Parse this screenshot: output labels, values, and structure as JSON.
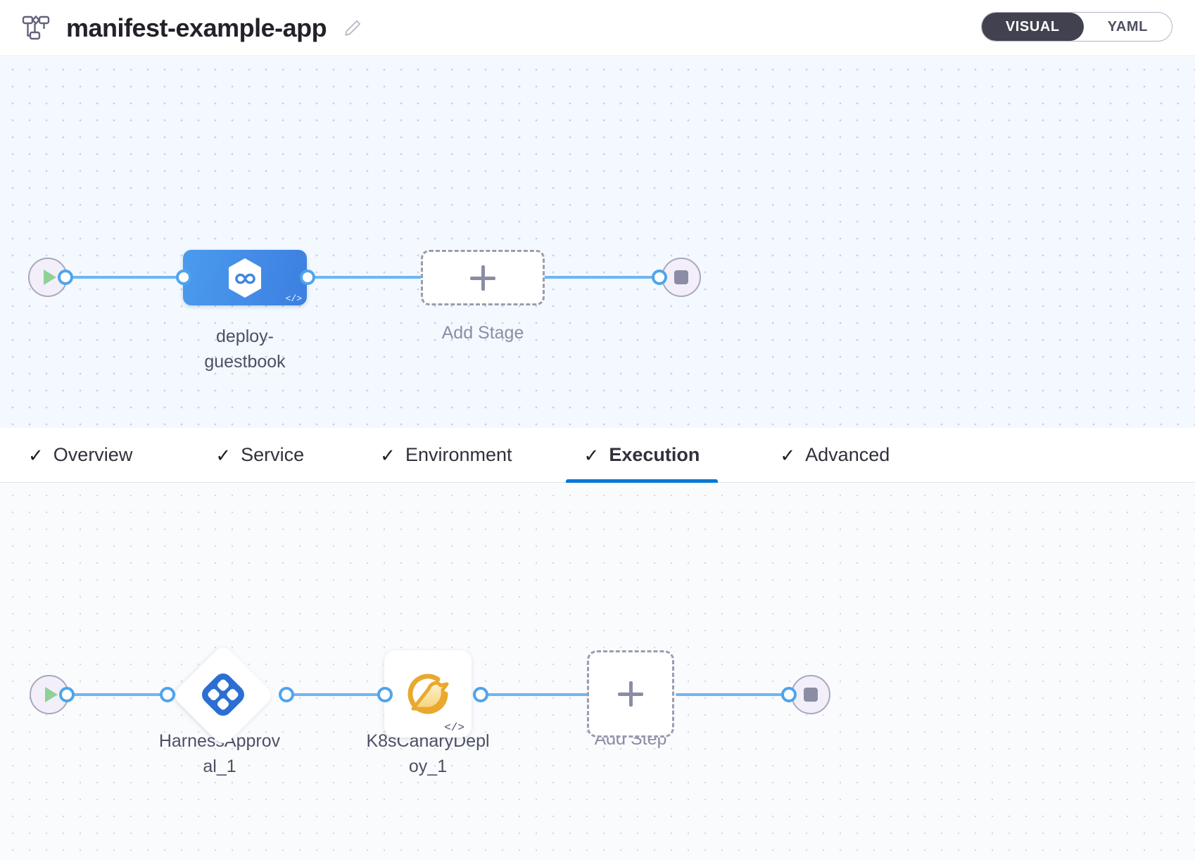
{
  "header": {
    "pipeline_icon": "pipeline-flow-icon",
    "title": "manifest-example-app",
    "edit_icon": "pencil-edit-icon",
    "mode_toggle": {
      "options": [
        "VISUAL",
        "YAML"
      ],
      "selected": "VISUAL",
      "visual_label": "VISUAL",
      "yaml_label": "YAML"
    }
  },
  "stage_canvas": {
    "start_node": {
      "icon": "play-icon"
    },
    "end_node": {
      "icon": "stop-icon"
    },
    "stage": {
      "label_line1": "deploy-",
      "label_line2": "guestbook",
      "icon": "harness-cd-hexagon-icon",
      "code_badge": "</>"
    },
    "add_stage": {
      "label": "Add Stage",
      "icon": "plus-icon"
    }
  },
  "tabs": [
    {
      "label": "Overview",
      "check": "✓",
      "active": false
    },
    {
      "label": "Service",
      "check": "✓",
      "active": false
    },
    {
      "label": "Environment",
      "check": "✓",
      "active": false
    },
    {
      "label": "Execution",
      "check": "✓",
      "active": true
    },
    {
      "label": "Advanced",
      "check": "✓",
      "active": false
    }
  ],
  "execution_canvas": {
    "start_node": {
      "icon": "play-icon"
    },
    "end_node": {
      "icon": "stop-icon"
    },
    "steps": [
      {
        "name": "HarnessApproval_1",
        "label_line1": "HarnessApprov",
        "label_line2": "al_1",
        "icon": "harness-approval-icon",
        "shape": "diamond"
      },
      {
        "name": "K8sCanaryDeploy_1",
        "label_line1": "K8sCanaryDepl",
        "label_line2": "oy_1",
        "icon": "kubernetes-canary-bird-icon",
        "shape": "square",
        "code_badge": "</>"
      }
    ],
    "add_step": {
      "label": "Add Step",
      "icon": "plus-icon"
    }
  },
  "colors": {
    "accent_blue": "#0278d5",
    "edge_blue": "#6fb6f1",
    "stage_blue": "#4a9bee",
    "canary_orange": "#e9a92e",
    "approval_blue": "#2b6fd3",
    "toggle_dark": "#41414f",
    "text_dark": "#22222a",
    "text_muted": "#8b8da4"
  }
}
